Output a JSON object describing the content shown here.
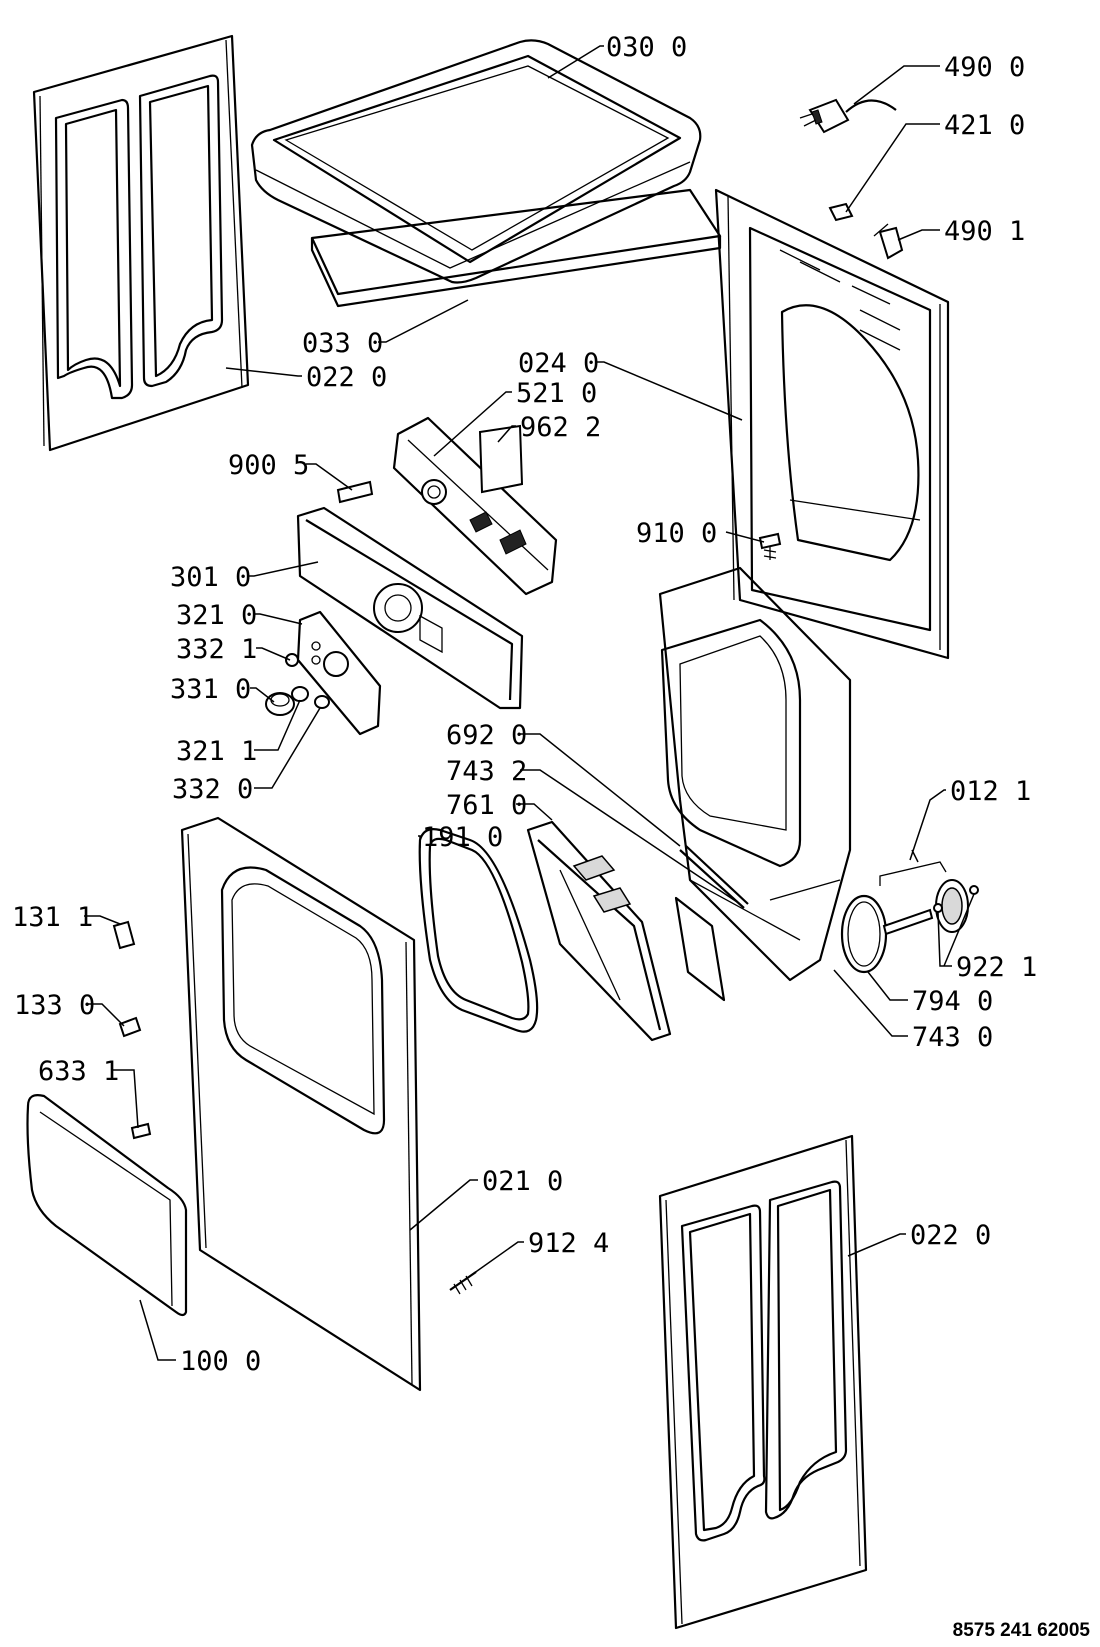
{
  "parts": {
    "p030_0": "030 0",
    "p490_0": "490 0",
    "p421_0": "421 0",
    "p490_1": "490 1",
    "p033_0": "033 0",
    "p022_0_top": "022 0",
    "p024_0": "024 0",
    "p521_0": "521 0",
    "p962_2": "962 2",
    "p900_5": "900 5",
    "p910_0": "910 0",
    "p301_0": "301 0",
    "p321_0": "321 0",
    "p332_1": "332 1",
    "p331_0": "331 0",
    "p321_1": "321 1",
    "p332_0": "332 0",
    "p692_0": "692 0",
    "p743_2": "743 2",
    "p761_0": "761 0",
    "p191_0": "191 0",
    "p012_1": "012 1",
    "p131_1": "131 1",
    "p922_1": "922 1",
    "p133_0": "133 0",
    "p794_0": "794 0",
    "p743_0": "743 0",
    "p633_1": "633 1",
    "p021_0": "021 0",
    "p912_4": "912 4",
    "p022_0_bottom": "022 0",
    "p100_0": "100 0"
  },
  "document_number": "8575 241 62005"
}
